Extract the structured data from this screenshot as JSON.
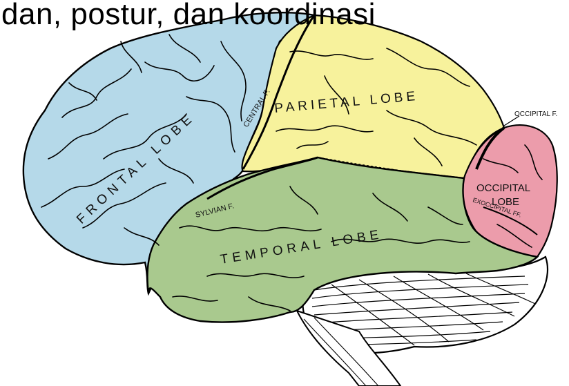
{
  "headline": "dan, postur, dan koordinasi",
  "labels": {
    "frontal": "FRONTAL LOBE",
    "parietal": "PARIETAL LOBE",
    "temporal": "TEMPORAL LOBE",
    "occipital_line1": "OCCIPITAL",
    "occipital_line2": "LOBE",
    "central_fissure": "CENTRAL F.",
    "sylvian_fissure": "SYLVIAN F.",
    "occipital_fissure": "OCCIPITAL F.",
    "exoccipital_fissure": "EXOCCIPITAL FF."
  },
  "colors": {
    "frontal": "#b5d9e9",
    "parietal": "#f7f29c",
    "temporal": "#a9c98e",
    "occipital": "#ec9cab",
    "cerebellum": "#ffffff",
    "outline": "#000000"
  }
}
